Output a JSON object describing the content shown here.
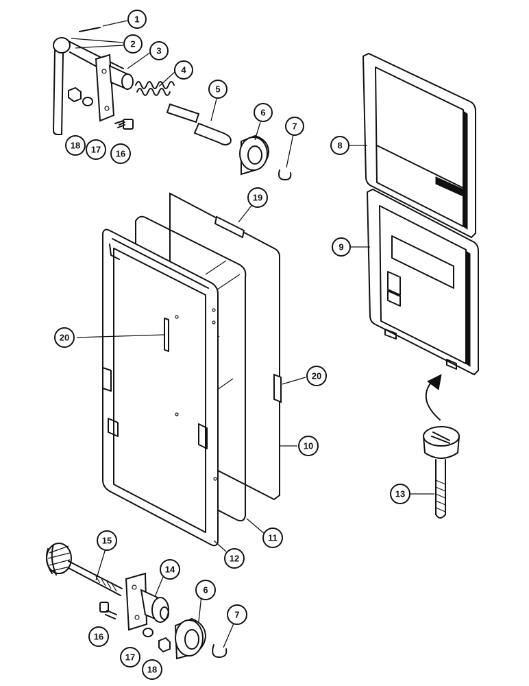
{
  "callouts": [
    {
      "id": "c1",
      "label": "1"
    },
    {
      "id": "c2",
      "label": "2"
    },
    {
      "id": "c3",
      "label": "3"
    },
    {
      "id": "c4",
      "label": "4"
    },
    {
      "id": "c5",
      "label": "5"
    },
    {
      "id": "c6a",
      "label": "6"
    },
    {
      "id": "c7a",
      "label": "7"
    },
    {
      "id": "c8",
      "label": "8"
    },
    {
      "id": "c9",
      "label": "9"
    },
    {
      "id": "c10",
      "label": "10"
    },
    {
      "id": "c11",
      "label": "11"
    },
    {
      "id": "c12",
      "label": "12"
    },
    {
      "id": "c13",
      "label": "13"
    },
    {
      "id": "c14",
      "label": "14"
    },
    {
      "id": "c15",
      "label": "15"
    },
    {
      "id": "c16a",
      "label": "16"
    },
    {
      "id": "c16b",
      "label": "16"
    },
    {
      "id": "c17a",
      "label": "17"
    },
    {
      "id": "c17b",
      "label": "17"
    },
    {
      "id": "c18a",
      "label": "18"
    },
    {
      "id": "c18b",
      "label": "18"
    },
    {
      "id": "c19",
      "label": "19"
    },
    {
      "id": "c20a",
      "label": "20"
    },
    {
      "id": "c20b",
      "label": "20"
    },
    {
      "id": "c6b",
      "label": "6"
    },
    {
      "id": "c7b",
      "label": "7"
    }
  ]
}
